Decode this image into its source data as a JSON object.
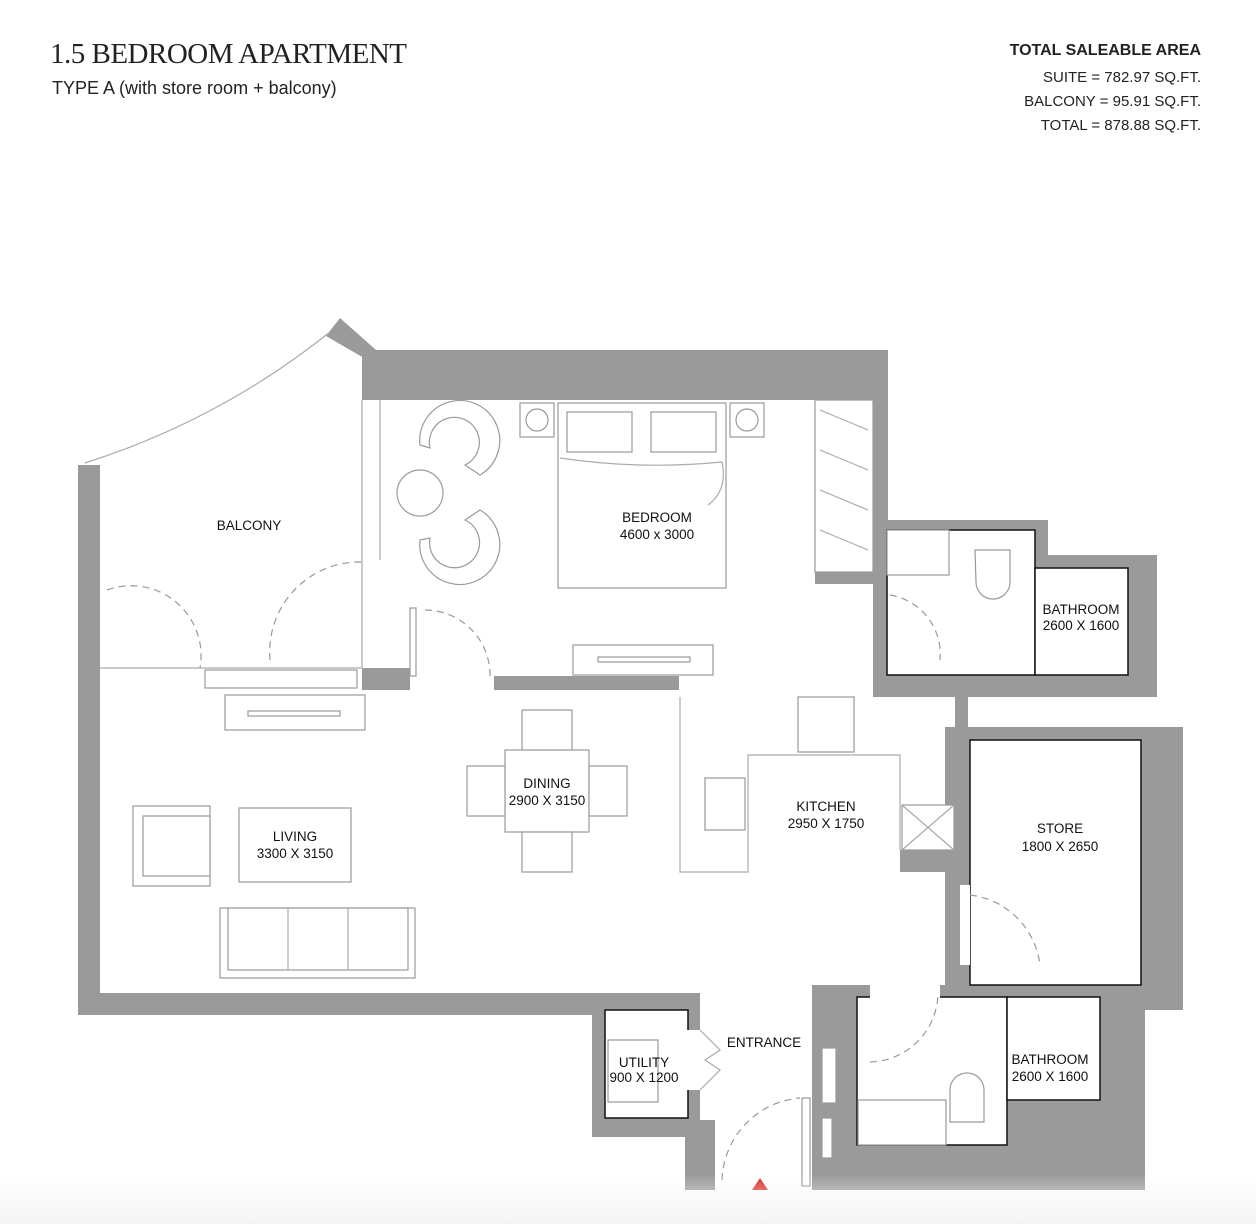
{
  "header": {
    "title": "1.5 BEDROOM APARTMENT",
    "subtitle": "TYPE A (with store room + balcony)"
  },
  "area": {
    "heading": "TOTAL SALEABLE AREA",
    "suite": "SUITE = 782.97 SQ.FT.",
    "balcony": "BALCONY = 95.91 SQ.FT.",
    "total": "TOTAL = 878.88 SQ.FT."
  },
  "rooms": {
    "balcony": {
      "name": "BALCONY"
    },
    "bedroom": {
      "name": "BEDROOM",
      "size": "4600 x 3000"
    },
    "bathroom1": {
      "name": "BATHROOM",
      "size": "2600 X 1600"
    },
    "dining": {
      "name": "DINING",
      "size": "2900 X 3150"
    },
    "living": {
      "name": "LIVING",
      "size": "3300 X 3150"
    },
    "kitchen": {
      "name": "KITCHEN",
      "size": "2950 X 1750"
    },
    "store": {
      "name": "STORE",
      "size": "1800 X 2650"
    },
    "entrance": {
      "name": "ENTRANCE"
    },
    "utility": {
      "name": "UTILITY",
      "size": "900 X 1200"
    },
    "bathroom2": {
      "name": "BATHROOM",
      "size": "2600 X 1600"
    }
  },
  "colors": {
    "wall": "#9a9a9a",
    "entrance_marker": "#d9302a"
  },
  "icons": {
    "entrance_marker": "triangle-up"
  }
}
